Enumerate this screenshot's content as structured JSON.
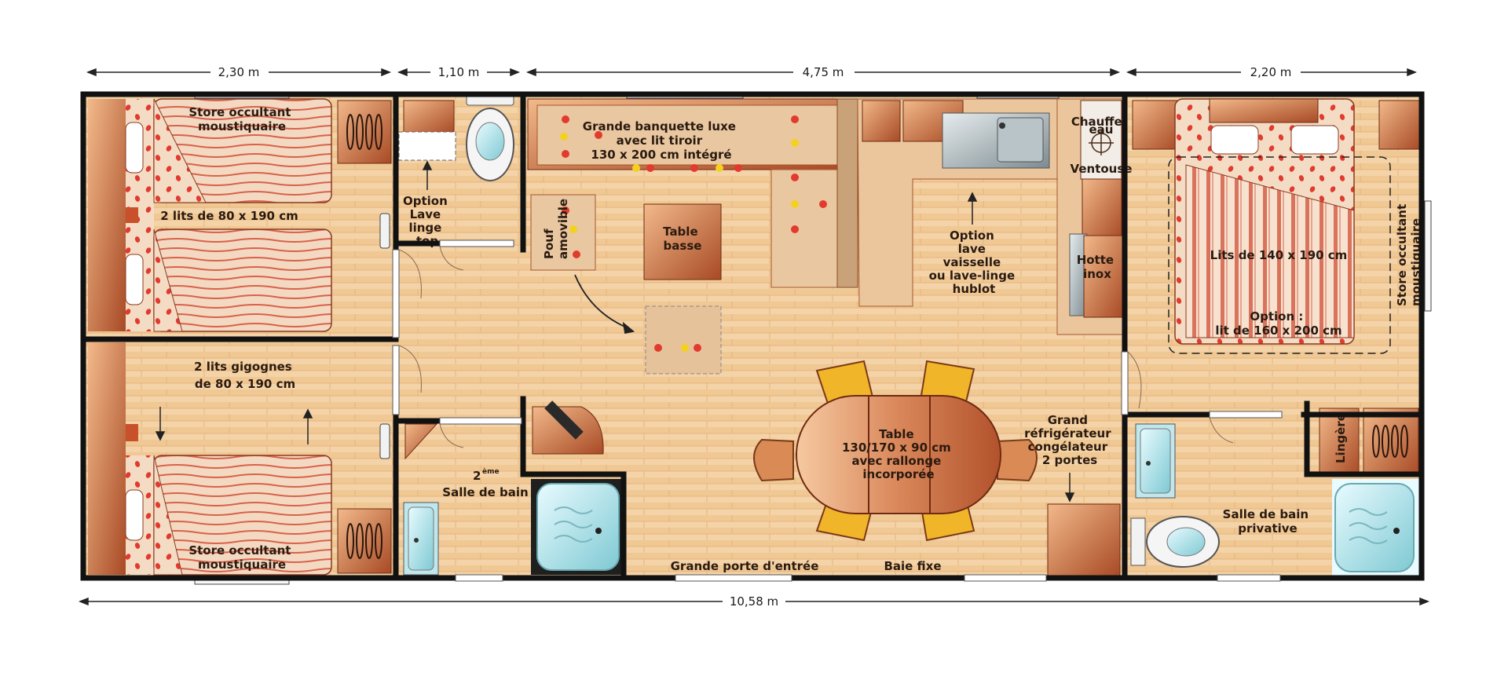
{
  "dimensions": {
    "top": [
      "2,30 m",
      "1,10 m",
      "4,75 m",
      "2,20 m"
    ],
    "total": "10,58 m"
  },
  "rooms": {
    "bedroom_twin_top": {
      "blind": [
        "Store occultant",
        "moustiquaire"
      ],
      "beds": "2 lits de 80 x 190 cm"
    },
    "bedroom_bunk": {
      "beds": [
        "2 lits gigognes",
        "de 80 x 190 cm"
      ],
      "blind": [
        "Store occultant",
        "moustiquaire"
      ]
    },
    "laundry": [
      "Option",
      "Lave",
      "linge",
      "top"
    ],
    "bathroom_2": {
      "number": "2",
      "suffix": "ème",
      "name": "Salle de bain"
    },
    "living": {
      "bench": [
        "Grande banquette luxe",
        "avec lit tiroir",
        "130 x 200 cm intégré"
      ],
      "pouf": [
        "Pouf",
        "amovible"
      ],
      "coffee_table": [
        "Table",
        "basse"
      ],
      "dining_table": [
        "Table",
        "130/170 x 90 cm",
        "avec rallonge",
        "incorporée"
      ],
      "entrance": "Grande porte d'entrée",
      "fixed_bay": "Baie fixe"
    },
    "kitchen": {
      "boiler": [
        "Chauffe-",
        "eau"
      ],
      "vent": "Ventouse",
      "dishwasher": [
        "Option",
        "lave",
        "vaisselle",
        "ou lave-linge",
        "hublot"
      ],
      "hood": [
        "Hotte",
        "inox"
      ],
      "fridge": [
        "Grand",
        "réfrigérateur",
        "congélateur",
        "2 portes"
      ]
    },
    "master_bedroom": {
      "bed": "Lits de 140 x 190 cm",
      "option": [
        "Option :",
        "lit de 160 x 200 cm"
      ],
      "blind": [
        "Store occultant",
        "moustiquaire"
      ],
      "linen": "Lingère"
    },
    "bathroom_private": [
      "Salle de bain",
      "privative"
    ]
  }
}
